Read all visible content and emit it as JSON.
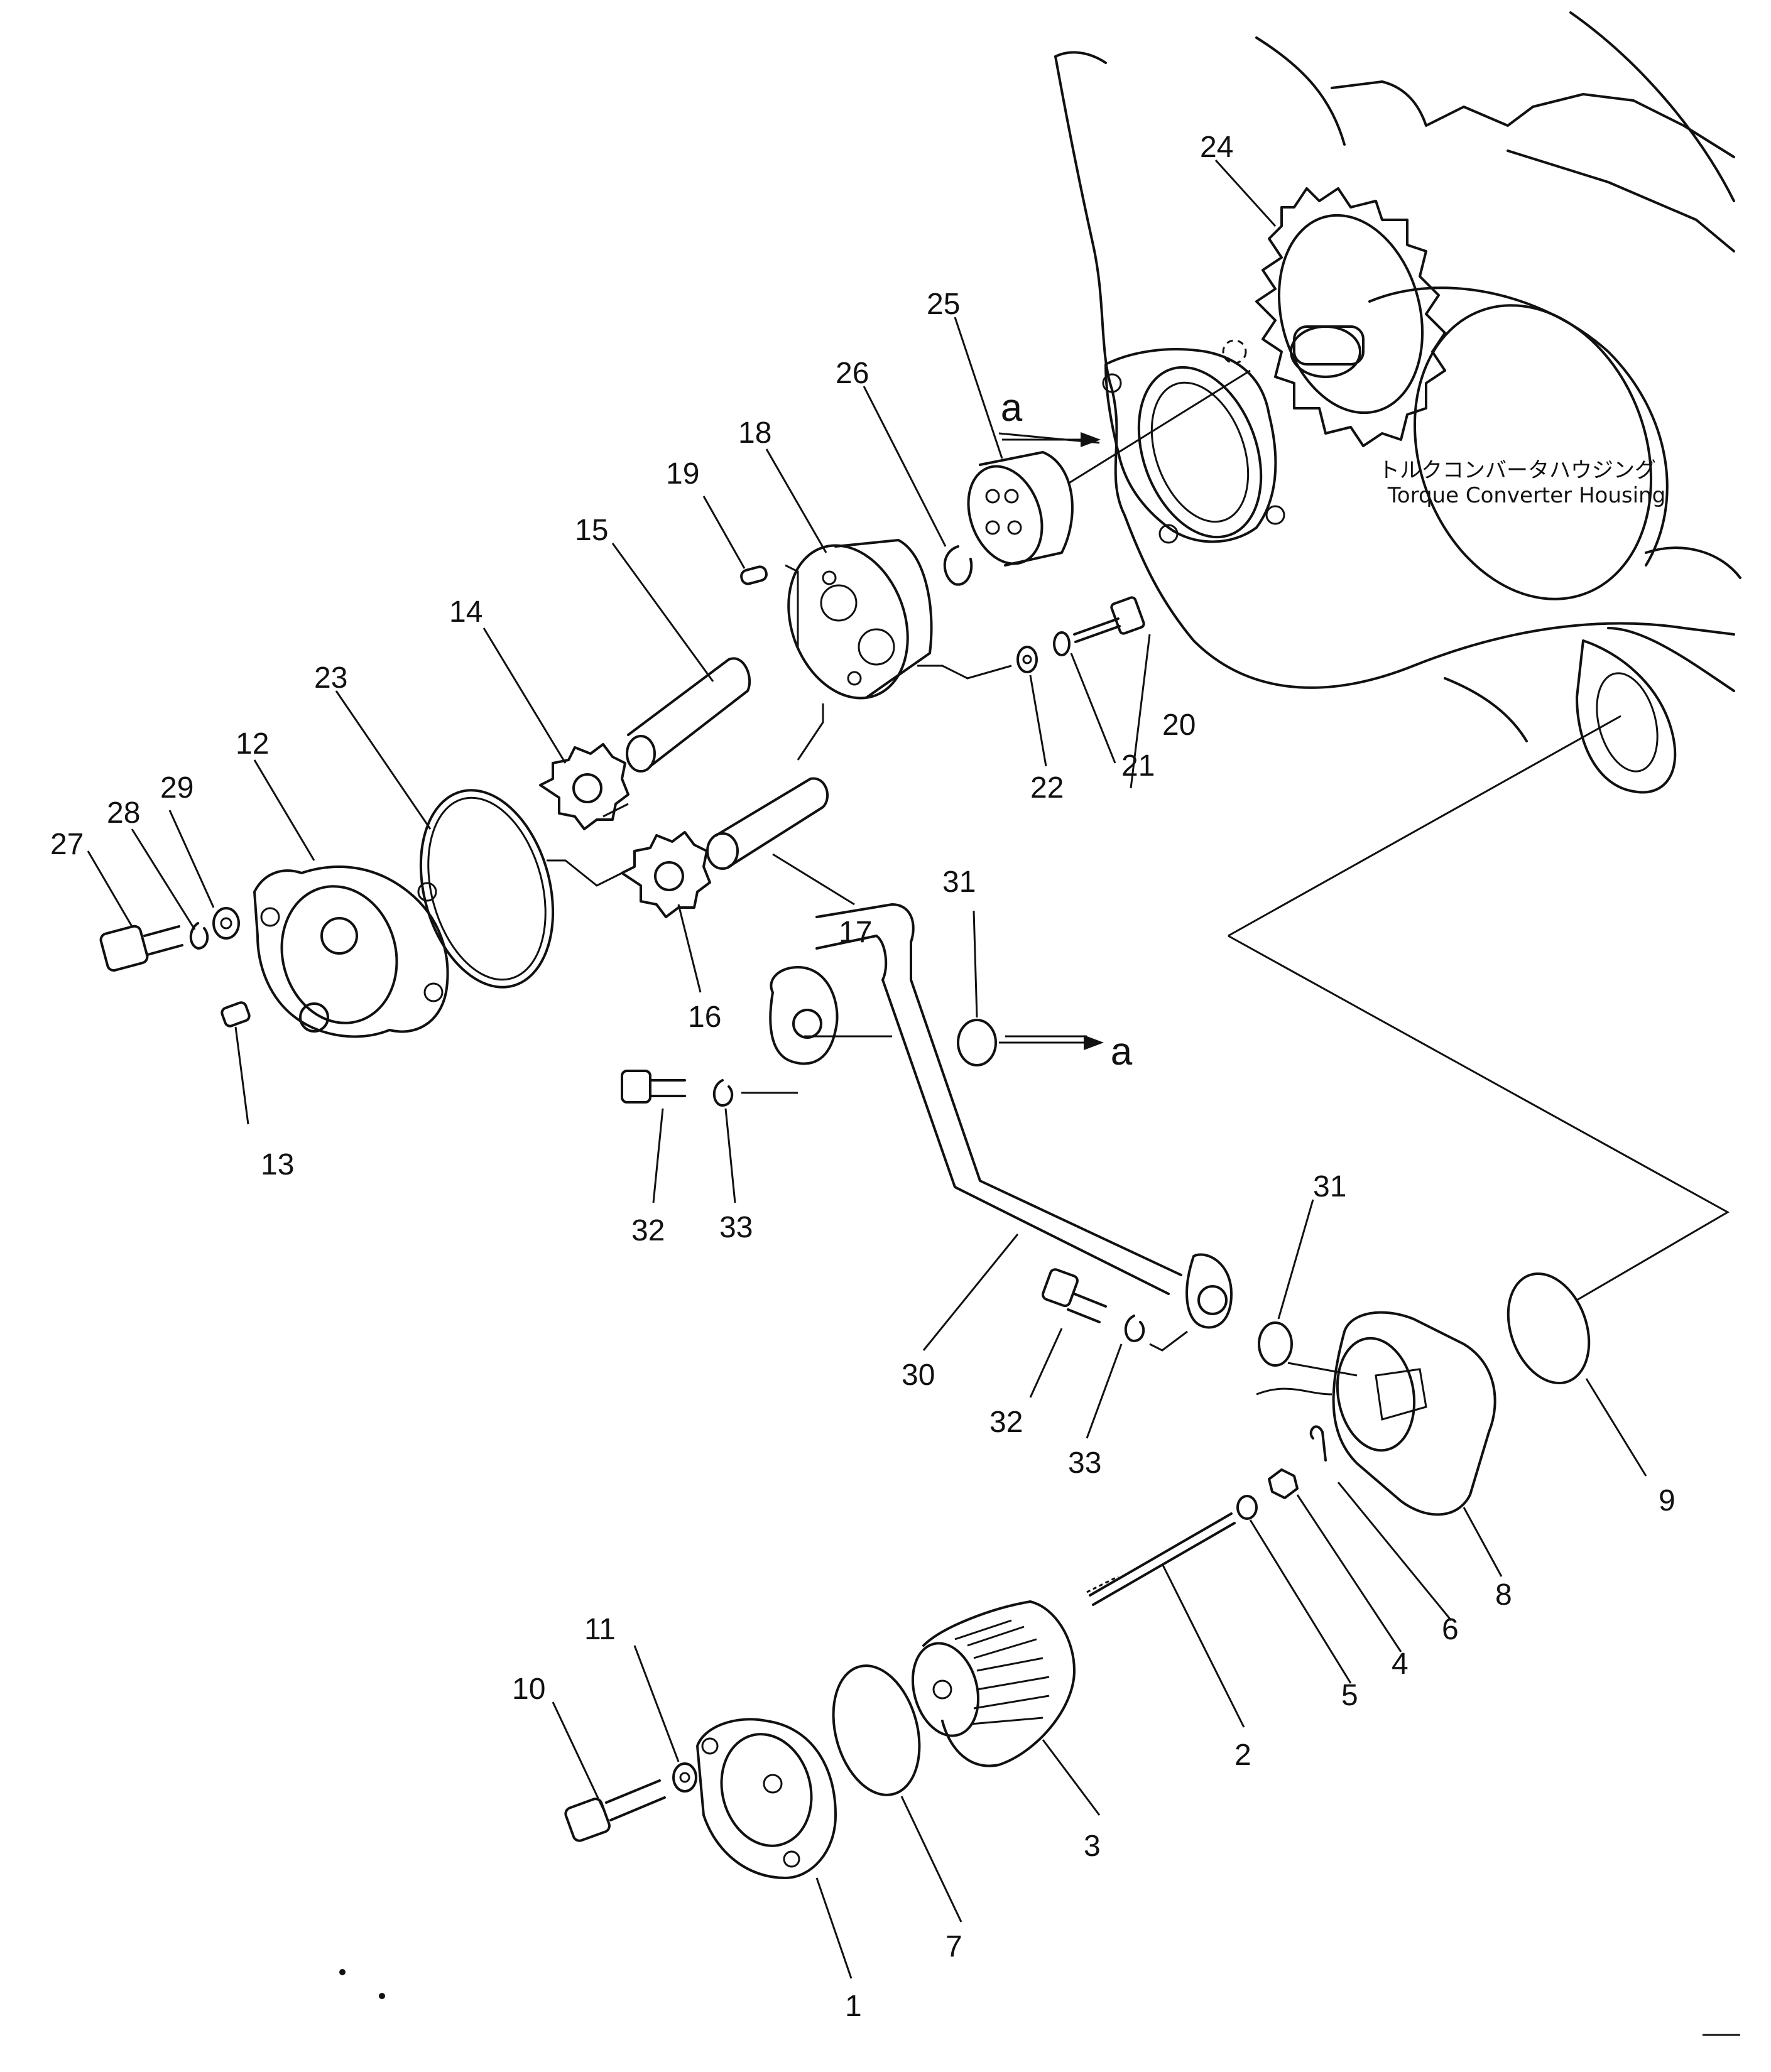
{
  "housing_label": {
    "japanese": "トルクコンバータハウジング",
    "english": "Torque Converter Housing"
  },
  "connection_marker": "a",
  "part_numbers": {
    "p1": "1",
    "p2": "2",
    "p3": "3",
    "p4": "4",
    "p5": "5",
    "p6": "6",
    "p7": "7",
    "p8": "8",
    "p9": "9",
    "p10": "10",
    "p11": "11",
    "p12": "12",
    "p13": "13",
    "p14": "14",
    "p15": "15",
    "p16": "16",
    "p17": "17",
    "p18": "18",
    "p19": "19",
    "p20": "20",
    "p21": "21",
    "p22": "22",
    "p23": "23",
    "p24": "24",
    "p25": "25",
    "p26": "26",
    "p27": "27",
    "p28": "28",
    "p29": "29",
    "p30": "30",
    "p31": "31",
    "p32": "32",
    "p33": "33"
  }
}
